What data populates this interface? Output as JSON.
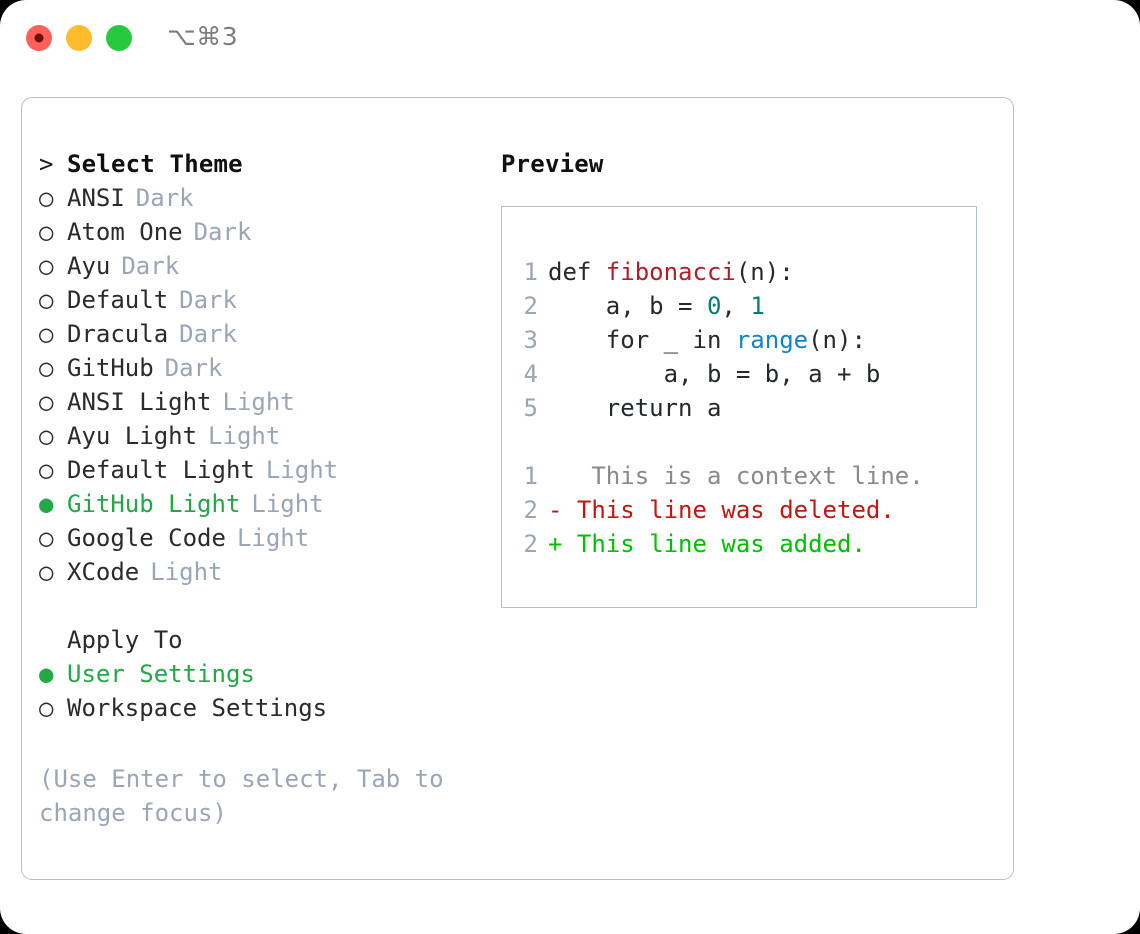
{
  "titlebar": {
    "shortcut": "⌥⌘3",
    "buttons": [
      {
        "name": "close",
        "color": "#ff6159"
      },
      {
        "name": "minimize",
        "color": "#ffbd2e"
      },
      {
        "name": "maximize",
        "color": "#27c93f"
      }
    ]
  },
  "theme_list": {
    "header_marker": ">",
    "header": "Select Theme",
    "items": [
      {
        "marker": "○",
        "name": "ANSI",
        "badge": "Dark",
        "selected": false
      },
      {
        "marker": "○",
        "name": "Atom One",
        "badge": "Dark",
        "selected": false
      },
      {
        "marker": "○",
        "name": "Ayu",
        "badge": "Dark",
        "selected": false
      },
      {
        "marker": "○",
        "name": "Default",
        "badge": "Dark",
        "selected": false
      },
      {
        "marker": "○",
        "name": "Dracula",
        "badge": "Dark",
        "selected": false
      },
      {
        "marker": "○",
        "name": "GitHub",
        "badge": "Dark",
        "selected": false
      },
      {
        "marker": "○",
        "name": "ANSI Light",
        "badge": "Light",
        "selected": false
      },
      {
        "marker": "○",
        "name": "Ayu Light",
        "badge": "Light",
        "selected": false
      },
      {
        "marker": "○",
        "name": "Default Light",
        "badge": "Light",
        "selected": false
      },
      {
        "marker": "●",
        "name": "GitHub Light",
        "badge": "Light",
        "selected": true
      },
      {
        "marker": "○",
        "name": "Google Code",
        "badge": "Light",
        "selected": false
      },
      {
        "marker": "○",
        "name": "XCode",
        "badge": "Light",
        "selected": false
      }
    ]
  },
  "apply_to": {
    "header": "Apply To",
    "items": [
      {
        "marker": "●",
        "name": "User Settings",
        "selected": true
      },
      {
        "marker": "○",
        "name": "Workspace Settings",
        "selected": false
      }
    ]
  },
  "hint": "(Use Enter to select, Tab to change focus)",
  "preview": {
    "title": "Preview",
    "code_lines": [
      {
        "no": "1",
        "tokens": [
          {
            "text": "def ",
            "kind": "plain"
          },
          {
            "text": "fibonacci",
            "kind": "fn"
          },
          {
            "text": "(n):",
            "kind": "plain"
          }
        ]
      },
      {
        "no": "2",
        "tokens": [
          {
            "text": "    a, b = ",
            "kind": "plain"
          },
          {
            "text": "0",
            "kind": "num"
          },
          {
            "text": ", ",
            "kind": "plain"
          },
          {
            "text": "1",
            "kind": "num"
          }
        ]
      },
      {
        "no": "3",
        "tokens": [
          {
            "text": "    for _ in ",
            "kind": "plain"
          },
          {
            "text": "range",
            "kind": "call"
          },
          {
            "text": "(n):",
            "kind": "plain"
          }
        ]
      },
      {
        "no": "4",
        "tokens": [
          {
            "text": "        a, b = b, a + b",
            "kind": "plain"
          }
        ]
      },
      {
        "no": "5",
        "tokens": [
          {
            "text": "    return a",
            "kind": "plain"
          }
        ]
      }
    ],
    "diff_lines": [
      {
        "no": "1",
        "sign": " ",
        "text": "  This is a context line.",
        "kind": "ctx"
      },
      {
        "no": "2",
        "sign": "-",
        "text": " This line was deleted.",
        "kind": "del"
      },
      {
        "no": "2",
        "sign": "+",
        "text": " This line was added.",
        "kind": "add"
      }
    ]
  },
  "colors": {
    "accent_green": "#22a944",
    "badge_muted": "#9aa6b8",
    "border": "#b6bfcc",
    "syntax_function": "#b31d28",
    "syntax_number": "#067d76",
    "syntax_call": "#1184c8",
    "diff_deleted": "#c0180f",
    "diff_added": "#00c000",
    "diff_context": "#8a8a8a"
  }
}
